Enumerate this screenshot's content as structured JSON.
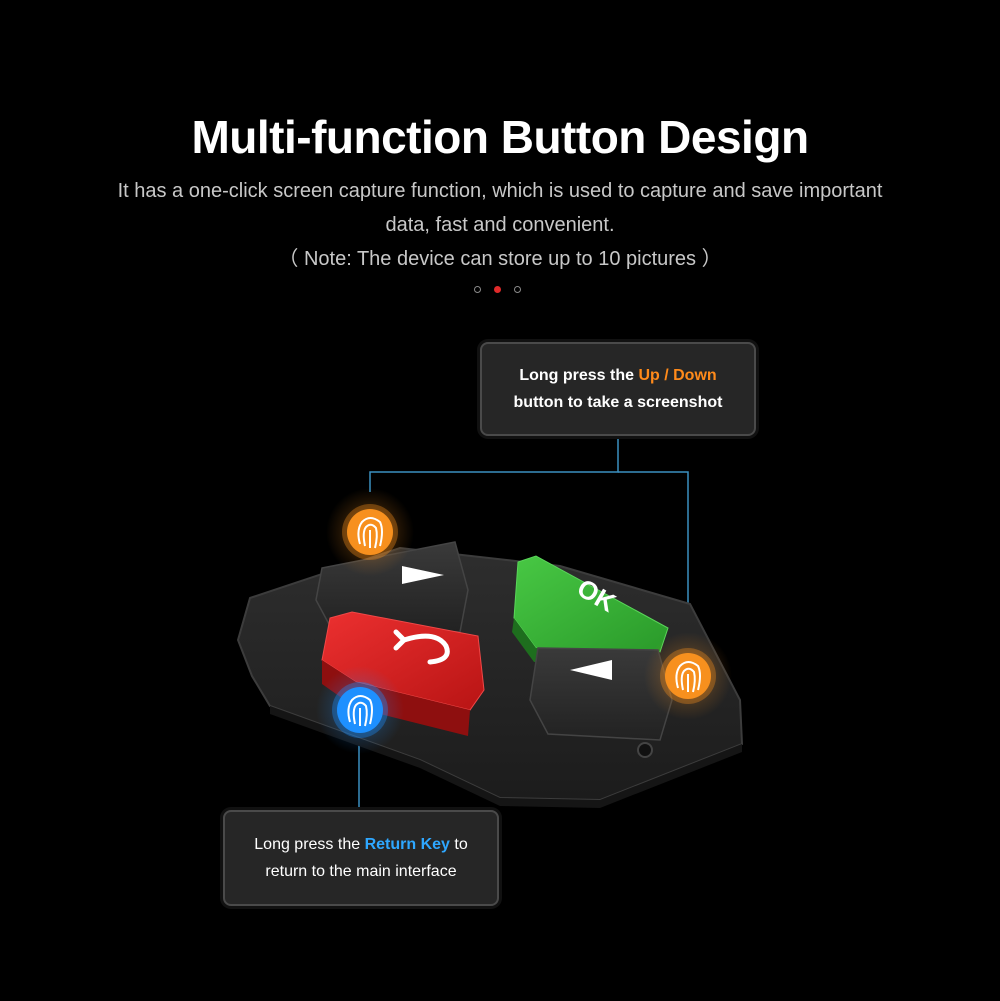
{
  "header": {
    "title": "Multi-function Button Design",
    "subtitle": "It has a one-click screen capture function, which is used to capture and save important data, fast and convenient.",
    "note": "（ Note: The device can store up to 10 pictures ）"
  },
  "pagination": {
    "total": 3,
    "active_index": 1,
    "active_color": "#e02a2a"
  },
  "callouts": {
    "updown": {
      "prefix": "Long press the",
      "highlight": "Up / Down",
      "suffix": "button to take a screenshot",
      "highlight_color": "#ff8a1a"
    },
    "return": {
      "prefix": "Long press the",
      "highlight": "Return Key",
      "suffix_inline": "to",
      "suffix": "return to the main interface",
      "highlight_color": "#2ea7ff"
    }
  },
  "keypad": {
    "ok_label": "OK",
    "colors": {
      "ok": "#3db53a",
      "return": "#d71f1f",
      "arrow": "#2b2b2b",
      "plate": "#262626",
      "touch_orange": "#f7901e",
      "touch_blue": "#1e90ff",
      "leader_line": "#3a8fc0"
    }
  }
}
